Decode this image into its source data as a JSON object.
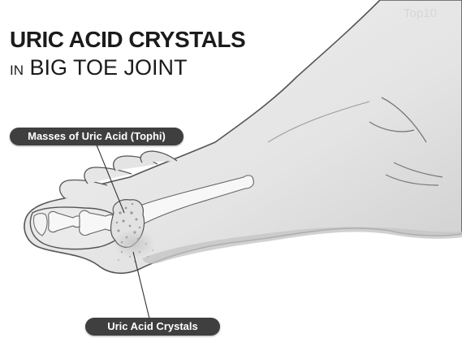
{
  "title": {
    "line1": "URIC ACID CRYSTALS",
    "line2_prefix": "IN",
    "line2_main": "BIG TOE JOINT"
  },
  "labels": {
    "tophi": "Masses of Uric Acid (Tophi)",
    "crystals": "Uric Acid Crystals"
  },
  "watermarks": [
    "Top10",
    "Top"
  ],
  "colors": {
    "skin": "#e9e9e9",
    "shadow": "#c9c9c9",
    "outline": "#555555",
    "bone": "#f7f7f7",
    "label_bg": "#3f3f3f",
    "label_text": "#ffffff",
    "title": "#1b1b1b"
  }
}
